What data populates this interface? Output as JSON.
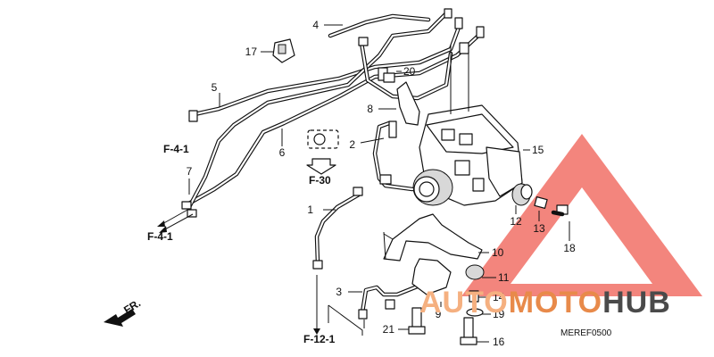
{
  "callouts": [
    {
      "id": "c1",
      "label": "1",
      "color": "#111111"
    },
    {
      "id": "c2",
      "label": "2",
      "color": "#111111"
    },
    {
      "id": "c3",
      "label": "3",
      "color": "#111111"
    },
    {
      "id": "c4",
      "label": "4",
      "color": "#111111"
    },
    {
      "id": "c5",
      "label": "5",
      "color": "#111111"
    },
    {
      "id": "c6",
      "label": "6",
      "color": "#111111"
    },
    {
      "id": "c7",
      "label": "7",
      "color": "#111111"
    },
    {
      "id": "c8",
      "label": "8",
      "color": "#111111"
    },
    {
      "id": "c9",
      "label": "9",
      "color": "#111111"
    },
    {
      "id": "c10",
      "label": "10",
      "color": "#cc2222"
    },
    {
      "id": "c11",
      "label": "11",
      "color": "#cc2222"
    },
    {
      "id": "c12",
      "label": "12",
      "color": "#cc2222"
    },
    {
      "id": "c13",
      "label": "13",
      "color": "#cc2222"
    },
    {
      "id": "c14",
      "label": "14",
      "color": "#111111"
    },
    {
      "id": "c15",
      "label": "15",
      "color": "#cc2222"
    },
    {
      "id": "c16",
      "label": "16",
      "color": "#111111"
    },
    {
      "id": "c17",
      "label": "17",
      "color": "#111111"
    },
    {
      "id": "c18",
      "label": "18",
      "color": "#cc2222"
    },
    {
      "id": "c19",
      "label": "19",
      "color": "#111111"
    },
    {
      "id": "c20",
      "label": "20",
      "color": "#111111"
    },
    {
      "id": "c21",
      "label": "21",
      "color": "#111111"
    }
  ],
  "section_refs": {
    "f41_a": "F-4-1",
    "f41_b": "F-4-1",
    "f30": "F-30",
    "f121": "F-12-1"
  },
  "front_label": "FR.",
  "diagram_code": "MEREF0500",
  "watermark": {
    "part1": "AUTO",
    "part2": "MOTO",
    "part3": "HUB",
    "color1": "#f5b080",
    "color2": "#e88a4a",
    "color3": "#4a4a4a",
    "triangle_color": "#f06a60"
  }
}
